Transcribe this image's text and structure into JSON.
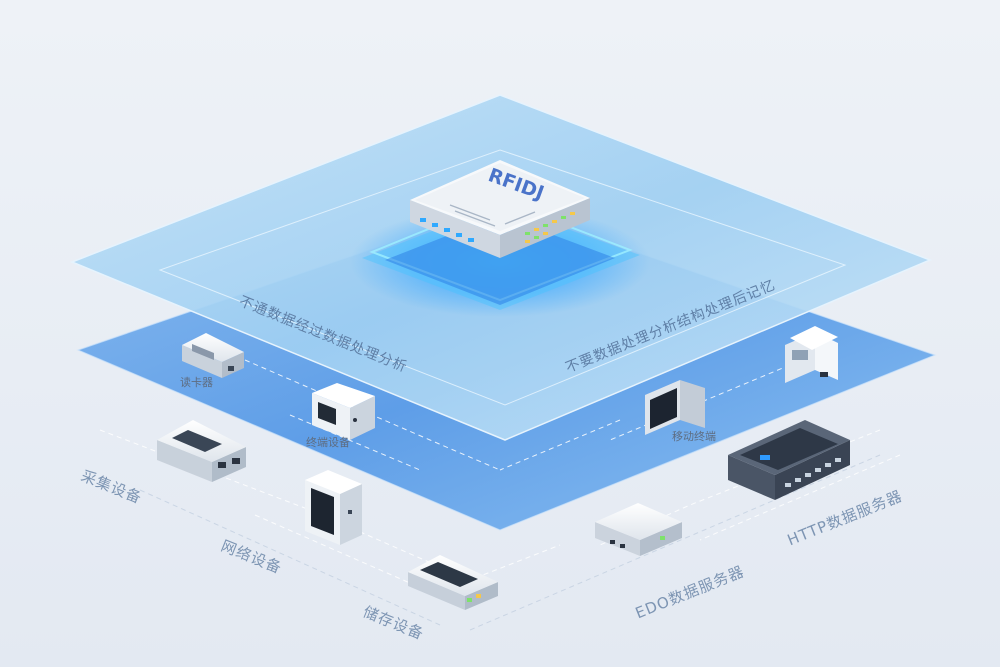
{
  "chip": {
    "brand": "RFIDJ"
  },
  "layer_labels": {
    "top_left": "不通数据经过数据处理分析",
    "top_right": "不要数据处理分析结构处理后记忆"
  },
  "device_labels": {
    "card_reader": "读卡器",
    "terminal": "终端设备",
    "mobile_terminal": "移动终端"
  },
  "outer_labels": {
    "collector": "采集设备",
    "network": "网络设备",
    "storage": "储存设备",
    "edge_service": "EDO数据服务器",
    "http_service": "HTTP数据服务器"
  },
  "colors": {
    "background": "#e9eef5",
    "upper_layer": "#a7d2f4",
    "lower_layer": "#5b9fea",
    "accent": "#2f9bff"
  }
}
